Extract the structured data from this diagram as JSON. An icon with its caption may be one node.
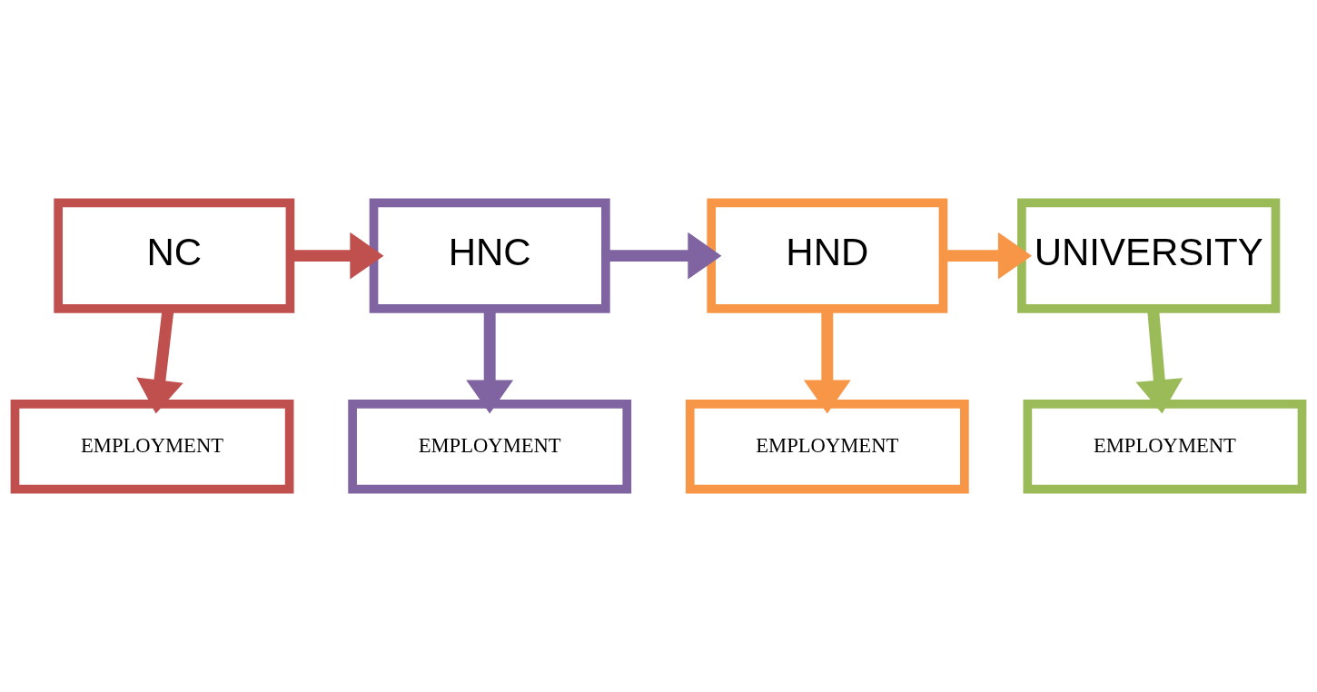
{
  "diagram": {
    "nodes": [
      {
        "text": [
          "NC"
        ]
      },
      {
        "text": [
          "HNC"
        ]
      },
      {
        "text": [
          "HND"
        ]
      },
      {
        "text": [
          "UNIVERSITY"
        ]
      },
      {
        "text": [
          "EMPLOYMENT"
        ]
      },
      {
        "text": [
          "EMPLOYMENT"
        ]
      },
      {
        "text": [
          "EMPLOYMENT"
        ]
      },
      {
        "text": [
          "EMPLOYMENT"
        ]
      }
    ],
    "edges": [
      {
        "from": 0,
        "to": 1,
        "arrow": "to",
        "color": "#c0504d"
      },
      {
        "from": 1,
        "to": 2,
        "arrow": "to",
        "color": "#8064a2"
      },
      {
        "from": 2,
        "to": 3,
        "arrow": "to",
        "color": "#f79646"
      },
      {
        "from": 0,
        "to": 4,
        "arrow": "to",
        "color": "#c0504d"
      },
      {
        "from": 1,
        "to": 5,
        "arrow": "to",
        "color": "#8064a2"
      },
      {
        "from": 2,
        "to": 6,
        "arrow": "to",
        "color": "#f79646"
      },
      {
        "from": 3,
        "to": 7,
        "arrow": "to",
        "color": "#9bbb59"
      }
    ]
  }
}
